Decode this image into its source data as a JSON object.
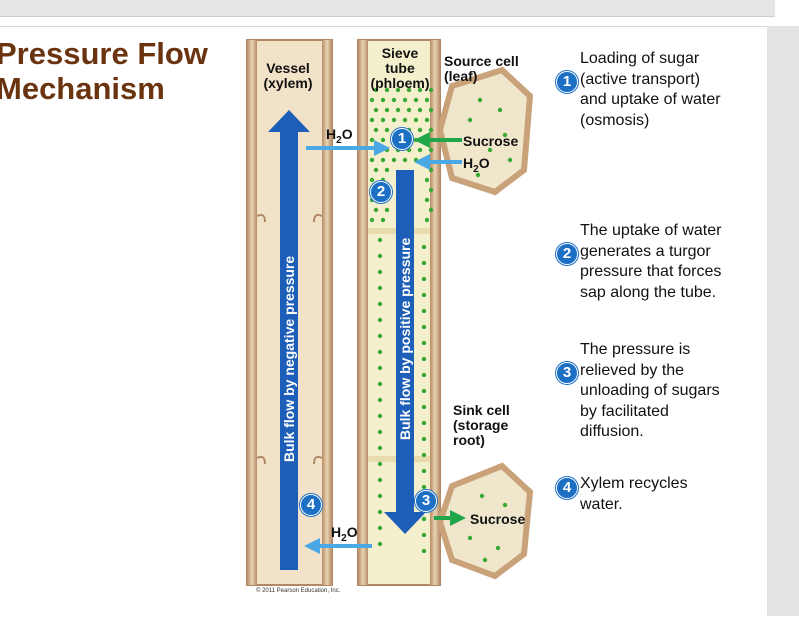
{
  "title": "Pressure Flow\nMechanism",
  "labels": {
    "vessel": "Vessel\n(xylem)",
    "sieve_tube": "Sieve\ntube\n(phloem)",
    "source_cell": "Source cell\n(leaf)",
    "sink_cell": "Sink cell\n(storage\nroot)",
    "sucrose_top": "Sucrose",
    "sucrose_bottom": "Sucrose",
    "h2o": "H",
    "h2o_sub": "2",
    "h2o_o": "O",
    "bulk_negative": "Bulk flow by negative pressure",
    "bulk_positive": "Bulk flow by positive pressure"
  },
  "steps": [
    {
      "num": "1",
      "text": "Loading of sugar\n(active transport)\nand uptake of water\n(osmosis)"
    },
    {
      "num": "2",
      "text": "The uptake of water\ngenerates a turgor\npressure that forces\nsap along the tube."
    },
    {
      "num": "3",
      "text": "The pressure is\nrelieved by the\nunloading of sugars\nby facilitated\ndiffusion."
    },
    {
      "num": "4",
      "text": "Xylem recycles\nwater."
    }
  ],
  "diagram_markers": [
    "1",
    "2",
    "3",
    "4"
  ],
  "credit": "© 2011 Pearson Education, Inc.",
  "colors": {
    "title": "#6b3410",
    "marker": "#1d6fc4",
    "xylem_arrow": "#1d5fb8",
    "water_arrow": "#4aa8e6",
    "sucrose_arrow": "#22a64a",
    "cell_wall": "#c9a27a",
    "phloem_fill": "#f4efcd",
    "sugar_dot": "#39a935"
  }
}
